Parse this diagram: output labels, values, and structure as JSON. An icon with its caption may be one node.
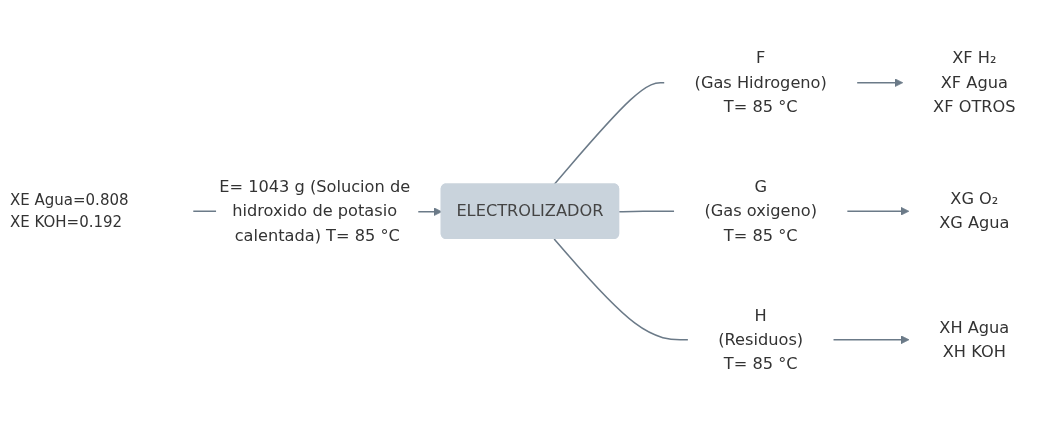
{
  "diagram": {
    "nodes": [
      {
        "text": [
          "ELECTROLIZADOR"
        ]
      },
      {
        "text": [
          "F",
          "(Gas Hidrogeno)",
          "T= 85 °C"
        ]
      },
      {
        "text": [
          "XF H₂",
          "XF Agua",
          "XF OTROS"
        ]
      },
      {
        "text": [
          "G",
          "(Gas oxigeno)",
          "T= 85 °C"
        ]
      },
      {
        "text": [
          "XG O₂",
          "XG Agua"
        ]
      },
      {
        "text": [
          "H",
          "(Residuos)",
          "T= 85 °C"
        ]
      },
      {
        "text": [
          "XH Agua",
          "XH KOH"
        ]
      }
    ],
    "edges": [
      {
        "from": null,
        "to": 0,
        "arrow": "to",
        "label": "E= 1043 g (Solucion de hidroxido de potasio calentada) T= 85 °C"
      },
      {
        "from": 0,
        "to": 1,
        "arrow": "none"
      },
      {
        "from": 1,
        "to": 2,
        "arrow": "to"
      },
      {
        "from": 0,
        "to": 3,
        "arrow": "none"
      },
      {
        "from": 3,
        "to": 4,
        "arrow": "to"
      },
      {
        "from": 0,
        "to": 5,
        "arrow": "none"
      },
      {
        "from": 5,
        "to": 6,
        "arrow": "to"
      }
    ],
    "labels": [
      "XE Agua=0.808",
      "XE KOH=0.192"
    ]
  }
}
